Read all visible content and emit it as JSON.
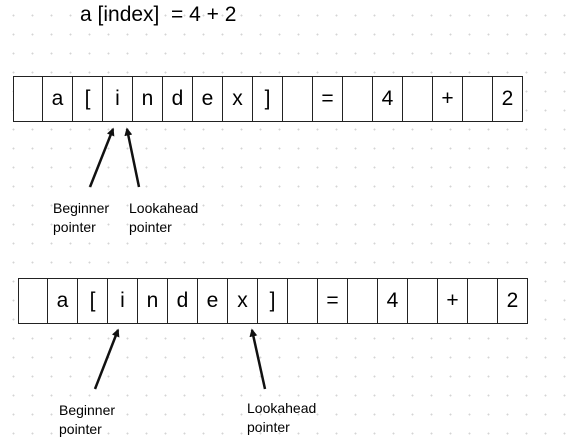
{
  "title": "a [index]  = 4 + 2",
  "rows": [
    {
      "cells": [
        "",
        "a",
        "[",
        "i",
        "n",
        "d",
        "e",
        "x",
        "]",
        "",
        "=",
        "",
        "4",
        "",
        "+",
        "",
        "2"
      ],
      "pointers": [
        {
          "name": "beginner",
          "line1": "Beginner",
          "line2": "pointer"
        },
        {
          "name": "lookahead",
          "line1": "Lookahead",
          "line2": "pointer"
        }
      ]
    },
    {
      "cells": [
        "",
        "a",
        "[",
        "i",
        "n",
        "d",
        "e",
        "x",
        "]",
        "",
        "=",
        "",
        "4",
        "",
        "+",
        "",
        "2"
      ],
      "pointers": [
        {
          "name": "beginner",
          "line1": "Beginner",
          "line2": "pointer"
        },
        {
          "name": "lookahead",
          "line1": "Lookahead",
          "line2": "pointer"
        }
      ]
    }
  ],
  "colors": {
    "line": "#222222",
    "grid_dot": "#d4d4d4",
    "background": "#ffffff"
  }
}
